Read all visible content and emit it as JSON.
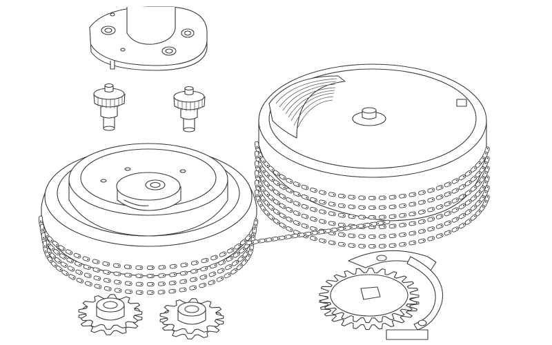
{
  "diagram": {
    "style": "technical line drawing, exploded view",
    "colors": {
      "background": "#ffffff",
      "line": "#3a3a3a"
    },
    "parts": [
      {
        "id": "bridge-plate",
        "type": "plate"
      },
      {
        "id": "pinion-left",
        "type": "pinion"
      },
      {
        "id": "pinion-right",
        "type": "pinion"
      },
      {
        "id": "fusee-cone",
        "type": "wheel"
      },
      {
        "id": "barrel",
        "type": "drum"
      },
      {
        "id": "fusee-chain",
        "type": "chain"
      },
      {
        "id": "gear-small-left",
        "type": "gear"
      },
      {
        "id": "gear-small-right",
        "type": "gear"
      },
      {
        "id": "ratchet-wheel",
        "type": "gear"
      },
      {
        "id": "click-spring",
        "type": "spring"
      }
    ]
  }
}
